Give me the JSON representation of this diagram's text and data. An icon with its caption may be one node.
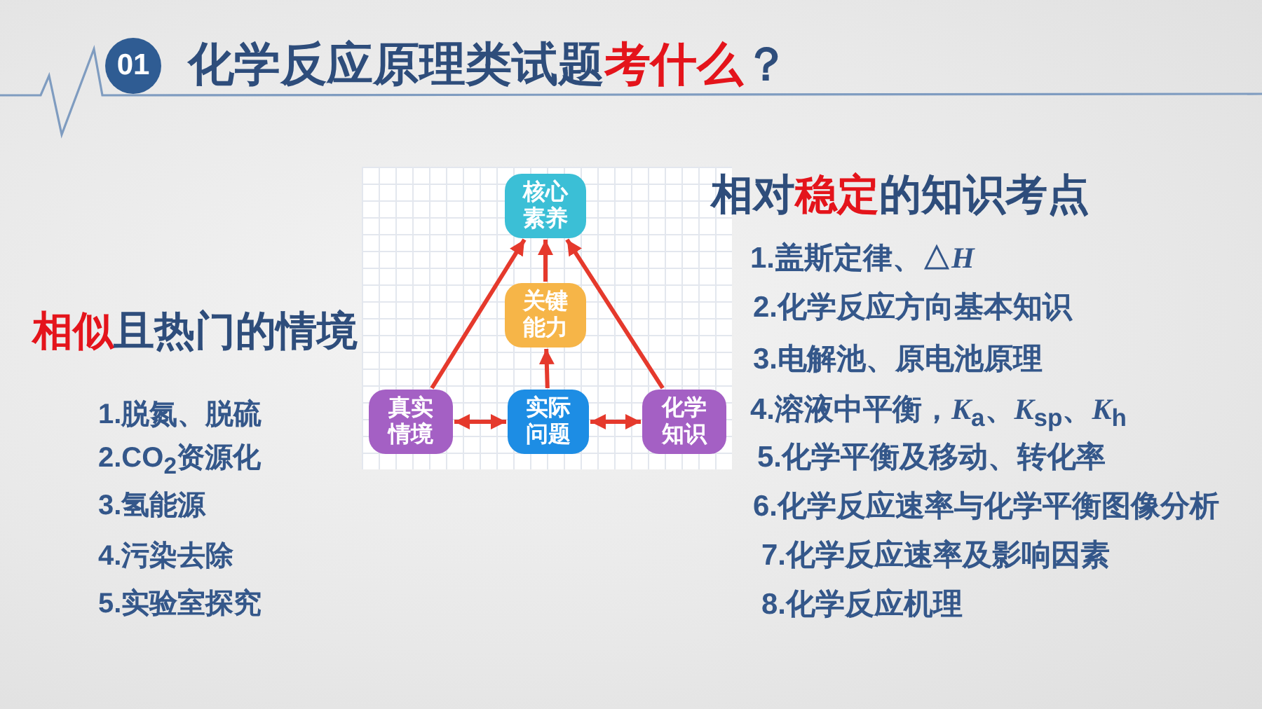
{
  "diagram": {
    "title": "化学反应原理类试题**考什么**？",
    "nodes": [
      {
        "text": [
          "核心素养"
        ]
      },
      {
        "text": [
          "关键能力"
        ]
      },
      {
        "text": [
          "真实情境"
        ]
      },
      {
        "text": [
          "实际问题"
        ]
      },
      {
        "text": [
          "化学知识"
        ]
      }
    ],
    "edges": [
      {
        "from": 2,
        "to": 0,
        "arrow": "to"
      },
      {
        "from": 1,
        "to": 0,
        "arrow": "to"
      },
      {
        "from": 4,
        "to": 0,
        "arrow": "to"
      },
      {
        "from": 3,
        "to": 1,
        "arrow": "to"
      },
      {
        "from": 2,
        "to": 3,
        "arrow": "both"
      },
      {
        "from": 3,
        "to": 4,
        "arrow": "both"
      }
    ],
    "labels": [
      "01",
      "**相似**且热门的情境",
      "1.脱氮、脱硫",
      "2.CO$_{2}$资源化",
      "3.氢能源",
      "4.污染去除",
      "5.实验室探究",
      "相对**稳定**的知识考点",
      "1.盖斯定律、△*H*",
      "2.化学反应方向基本知识",
      "3.电解池、原电池原理",
      "4.溶液中平衡，*K*$_{a}$、*K*$_{sp}$、*K*$_{h}$",
      "5.化学平衡及移动、转化率",
      "6.化学反应速率与化学平衡图像分析",
      "7.化学反应速率及影响因素",
      "8.化学反应机理"
    ]
  }
}
